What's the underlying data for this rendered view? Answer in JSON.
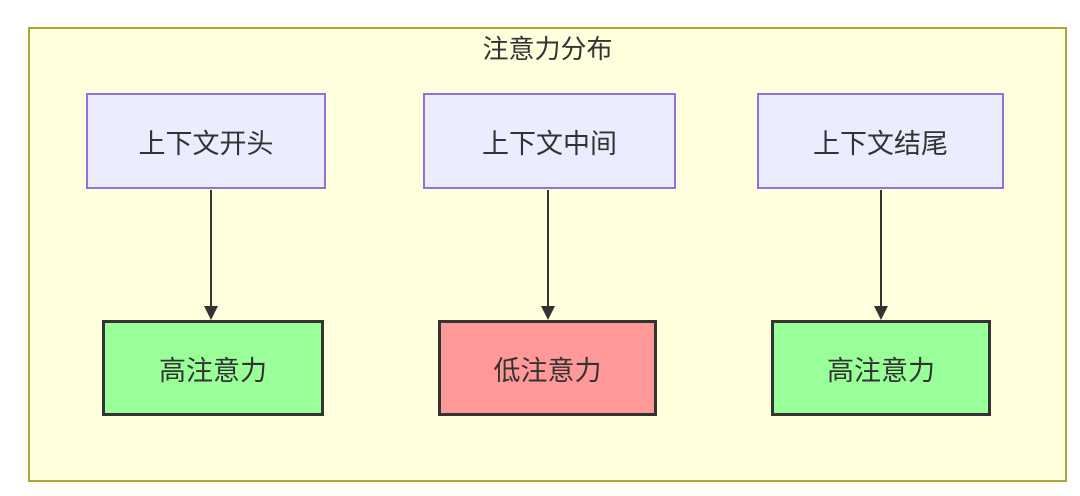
{
  "diagram": {
    "type": "flowchart",
    "title": "注意力分布",
    "source_nodes": [
      {
        "id": "context-start",
        "label": "上下文开头"
      },
      {
        "id": "context-middle",
        "label": "上下文中间"
      },
      {
        "id": "context-end",
        "label": "上下文结尾"
      }
    ],
    "target_nodes": [
      {
        "id": "attention-high-1",
        "label": "高注意力",
        "level": "high"
      },
      {
        "id": "attention-low",
        "label": "低注意力",
        "level": "low"
      },
      {
        "id": "attention-high-2",
        "label": "高注意力",
        "level": "high"
      }
    ],
    "edges": [
      {
        "from": "context-start",
        "to": "attention-high-1"
      },
      {
        "from": "context-middle",
        "to": "attention-low"
      },
      {
        "from": "context-end",
        "to": "attention-high-2"
      }
    ],
    "colors": {
      "cluster_fill": "#ffffde",
      "cluster_border": "#aaaa33",
      "source_fill": "#ececff",
      "source_border": "#9370db",
      "high_fill": "#99ff99",
      "low_fill": "#ff9999",
      "target_border": "#333333",
      "arrow": "#333333",
      "text": "#333333"
    }
  }
}
